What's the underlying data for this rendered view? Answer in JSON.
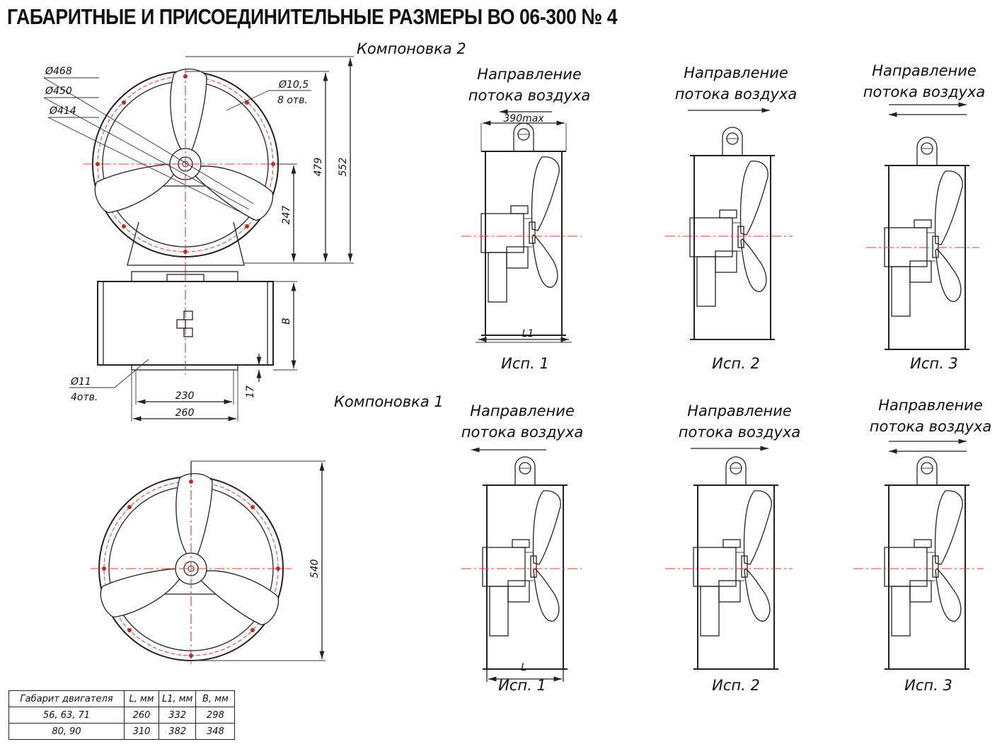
{
  "title": "ГАБАРИТНЫЕ И ПРИСОЕДИНИТЕЛЬНЫЕ РАЗМЕРЫ ВО 06-300 № 4",
  "layouts": {
    "layout2": "Компоновка 2",
    "layout1": "Компоновка 1"
  },
  "flow_label_line1": "Направление",
  "flow_label_line2": "потока воздуха",
  "variants": [
    "Исп. 1",
    "Исп. 2",
    "Исп. 3"
  ],
  "dimensions": {
    "d468": "Ø468",
    "d450": "Ø450",
    "d414": "Ø414",
    "hole": "Ø10,5",
    "hole_count": "8 отв.",
    "h479": "479",
    "h552": "552",
    "h247": "247",
    "b": "B",
    "foot_hole": "Ø11",
    "foot_hole_count": "4отв.",
    "w230": "230",
    "w260": "260",
    "h17": "17",
    "l390": "390max",
    "l1": "L1",
    "l": "L",
    "h540": "540"
  },
  "table": {
    "headers": [
      "Габарит двигателя",
      "L, мм",
      "L1, мм",
      "B, мм"
    ],
    "rows": [
      [
        "56, 63, 71",
        "260",
        "332",
        "298"
      ],
      [
        "80, 90",
        "310",
        "382",
        "348"
      ]
    ]
  }
}
